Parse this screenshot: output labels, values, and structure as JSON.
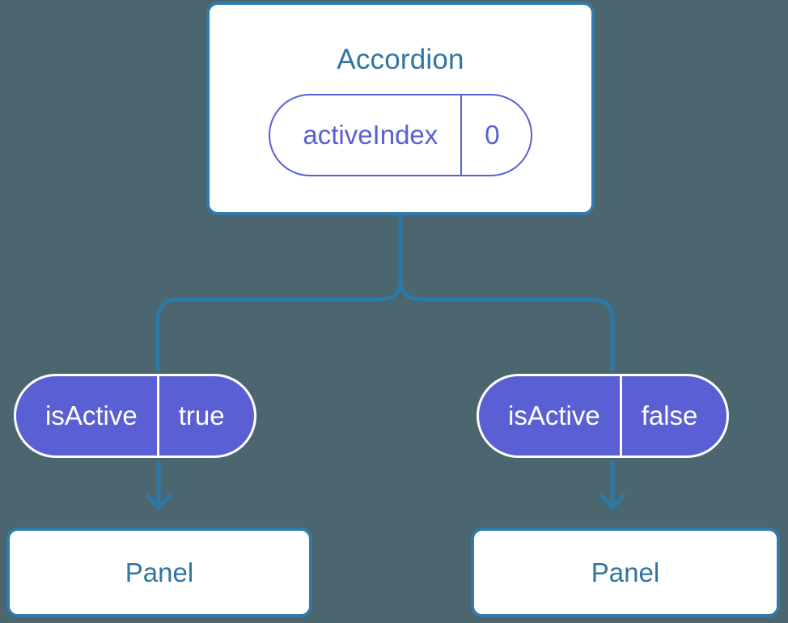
{
  "diagram": {
    "title_node": {
      "label": "Accordion",
      "prop": {
        "key": "activeIndex",
        "value": "0"
      }
    },
    "children": [
      {
        "prop": {
          "key": "isActive",
          "value": "true"
        },
        "panel_label": "Panel"
      },
      {
        "prop": {
          "key": "isActive",
          "value": "false"
        },
        "panel_label": "Panel"
      }
    ],
    "colors": {
      "background": "#4c6670",
      "card_border": "#317aab",
      "card_text": "#31759f",
      "prop_accent": "#5a5fd4",
      "prop_text_on_fill": "#ffffff",
      "connector": "#2c79a8"
    }
  }
}
